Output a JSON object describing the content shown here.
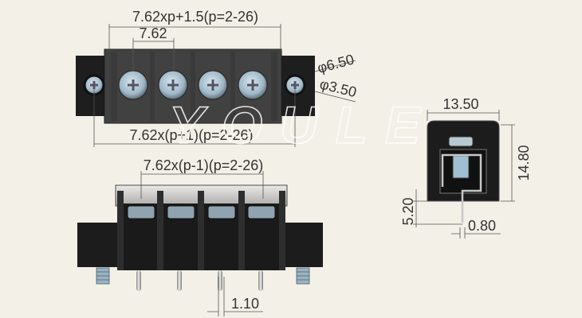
{
  "watermark": "YOULE",
  "top_view": {
    "overall_length": "7.62xp+1.5(p=2-26)",
    "pitch": "7.62",
    "mount_hole_outer": "φ6.50",
    "mount_hole_inner": "φ3.50",
    "mount_spacing": "7.62x(p+1)(p=2-26)"
  },
  "front_view": {
    "pin_span": "7.62x(p-1)(p=2-26)",
    "pin_width": "1.10"
  },
  "side_view": {
    "width": "13.50",
    "height": "14.80",
    "pin_length": "5.20",
    "pin_thickness": "0.80"
  },
  "colors": {
    "background": "#f3f0e7",
    "body": "#1d1d1d",
    "screw": "#a9c4d6"
  }
}
